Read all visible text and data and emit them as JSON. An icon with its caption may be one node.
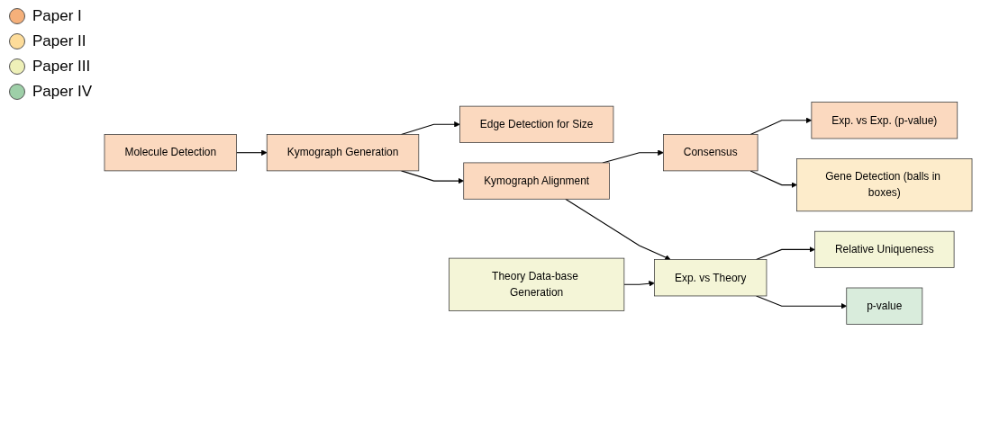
{
  "diagram": {
    "nodes": [
      {
        "text": [
          "Molecule Detection"
        ]
      },
      {
        "text": [
          "Kymograph Generation"
        ]
      },
      {
        "text": [
          "Edge Detection for Size"
        ]
      },
      {
        "text": [
          "Kymograph Alignment"
        ]
      },
      {
        "text": [
          "Theory Data-base Generation"
        ]
      },
      {
        "text": [
          "Consensus"
        ]
      },
      {
        "text": [
          "Exp. vs Theory"
        ]
      },
      {
        "text": [
          "Exp. vs Exp. (p-value)"
        ]
      },
      {
        "text": [
          "Gene Detection (balls in boxes)"
        ]
      },
      {
        "text": [
          "Relative Uniqueness"
        ]
      },
      {
        "text": [
          "p-value"
        ]
      }
    ],
    "edges": [
      {
        "from": 0,
        "to": 1,
        "arrow": "to"
      },
      {
        "from": 1,
        "to": 2,
        "arrow": "to"
      },
      {
        "from": 1,
        "to": 3,
        "arrow": "to"
      },
      {
        "from": 3,
        "to": 5,
        "arrow": "to"
      },
      {
        "from": 3,
        "to": 6,
        "arrow": "to"
      },
      {
        "from": 4,
        "to": 6,
        "arrow": "to"
      },
      {
        "from": 5,
        "to": 7,
        "arrow": "to"
      },
      {
        "from": 5,
        "to": 8,
        "arrow": "to"
      },
      {
        "from": 6,
        "to": 9,
        "arrow": "to"
      },
      {
        "from": 6,
        "to": 10,
        "arrow": "to"
      }
    ],
    "legend": [
      {
        "text": "Paper I",
        "color": "#f5b07a"
      },
      {
        "text": "Paper II",
        "color": "#fddc9a"
      },
      {
        "text": "Paper III",
        "color": "#eef0b8"
      },
      {
        "text": "Paper IV",
        "color": "#9ecfa8"
      }
    ]
  }
}
